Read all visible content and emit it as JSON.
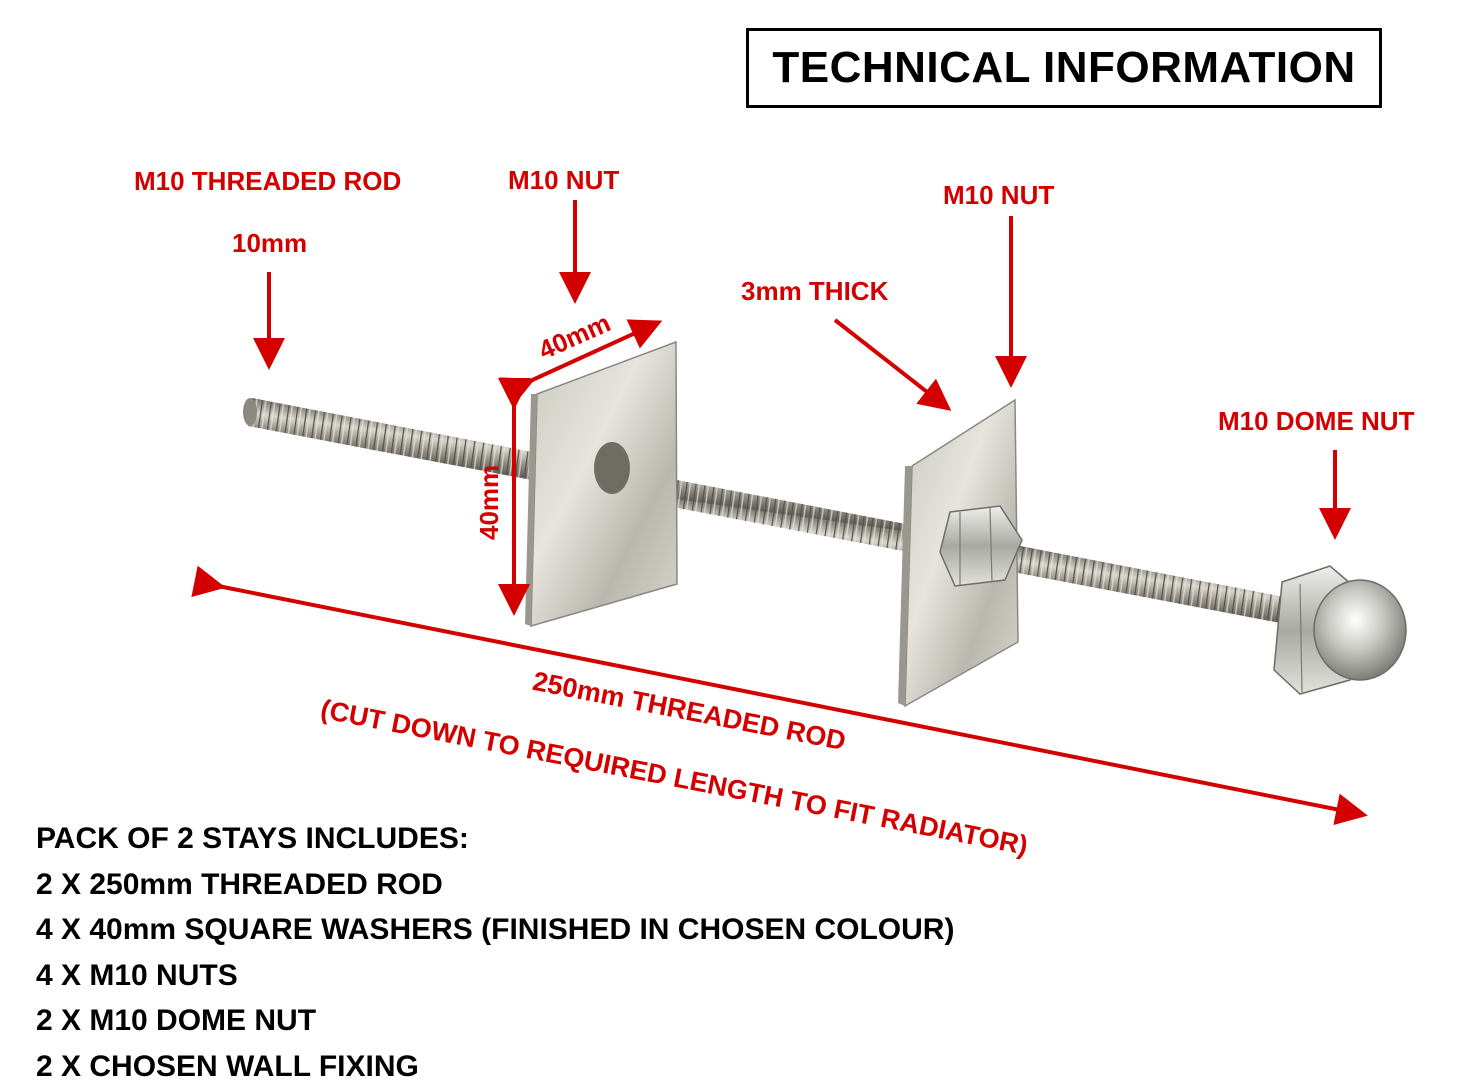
{
  "title": "TECHNICAL INFORMATION",
  "labels": {
    "rod": "M10 THREADED ROD",
    "rod_diameter": "10mm",
    "nut_left": "M10 NUT",
    "nut_right": "M10 NUT",
    "thickness": "3mm THICK",
    "dome_nut": "M10 DOME NUT",
    "washer_width": "40mm",
    "washer_height": "40mm",
    "rod_length": "250mm THREADED ROD",
    "rod_note": "(CUT DOWN TO REQUIRED LENGTH TO FIT RADIATOR)"
  },
  "contents": {
    "heading": "PACK OF 2 STAYS INCLUDES:",
    "items": [
      "2 X 250mm THREADED ROD",
      "4 X 40mm SQUARE WASHERS (FINISHED IN CHOSEN COLOUR)",
      "4 X M10 NUTS",
      "2 X M10 DOME NUT",
      "2 X CHOSEN WALL FIXING"
    ]
  },
  "colors": {
    "annotation": "#d40000",
    "text": "#000000",
    "metal": "#b8b8b0"
  }
}
